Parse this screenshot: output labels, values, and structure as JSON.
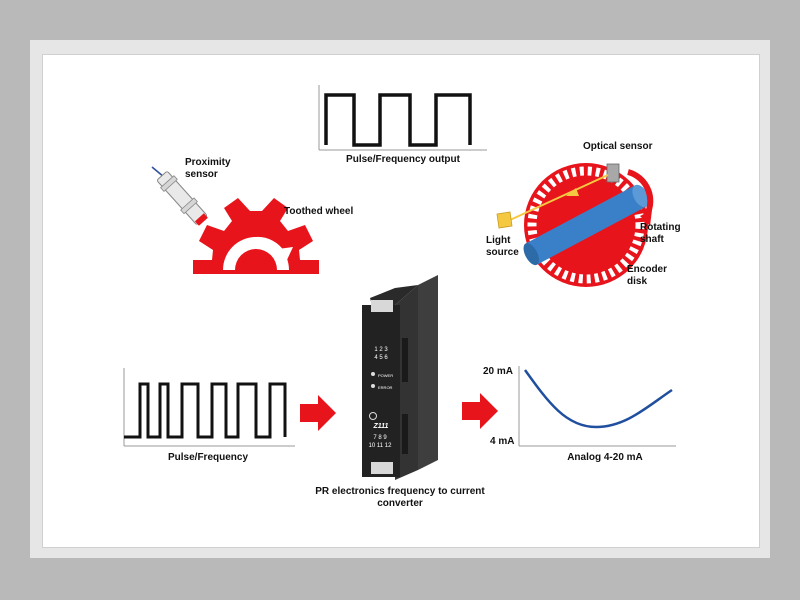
{
  "labels": {
    "pulse_output": "Pulse/Frequency output",
    "proximity_sensor": "Proximity\nsensor",
    "toothed_wheel": "Toothed wheel",
    "optical_sensor": "Optical sensor",
    "light_source": "Light\nsource",
    "rotating_shaft": "Rotating\nshaft",
    "encoder_disk": "Encoder\ndisk",
    "pulse_input": "Pulse/Frequency",
    "converter": "PR electronics frequency to current\nconverter",
    "analog_output": "Analog 4-20 mA",
    "ma_high": "20 mA",
    "ma_low": "4 mA"
  },
  "device": {
    "model": "Z111",
    "terminals_top_row1": "1 2 3",
    "terminals_top_row2": "4 5 6",
    "terminals_bottom_row1": "7 8 9",
    "terminals_bottom_row2": "10 11 12",
    "led_power": "POWER",
    "led_error": "ERROR"
  },
  "colors": {
    "accent_red": "#e8141b",
    "shaft_blue": "#3a80c8",
    "curve_blue": "#1f4f9e",
    "light_yellow": "#f5c842"
  }
}
